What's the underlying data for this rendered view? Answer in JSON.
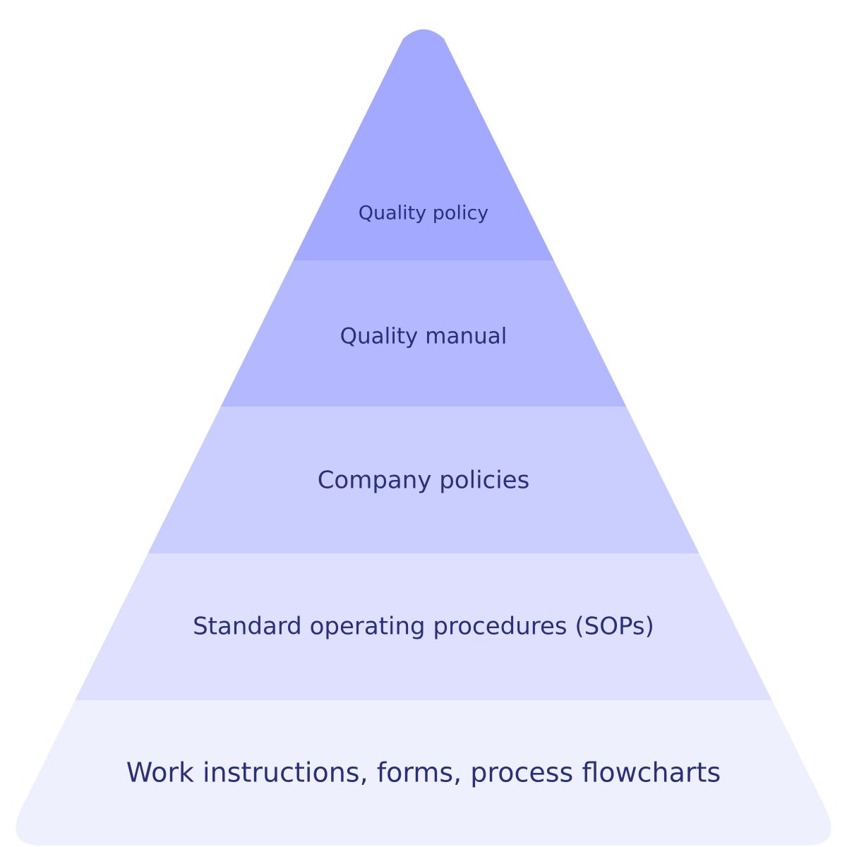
{
  "pyramid": {
    "layers": [
      {
        "label": "Quality policy",
        "color": "#a3a9ff"
      },
      {
        "label": "Quality manual",
        "color": "#b3b8ff"
      },
      {
        "label": "Company policies",
        "color": "#cacefe"
      },
      {
        "label": "Standard operating procedures (SOPs)",
        "color": "#dee0fe"
      },
      {
        "label": "Work instructions, forms, process flowcharts",
        "color": "#eff0fe"
      }
    ],
    "text_color": "#2a2f7a"
  }
}
